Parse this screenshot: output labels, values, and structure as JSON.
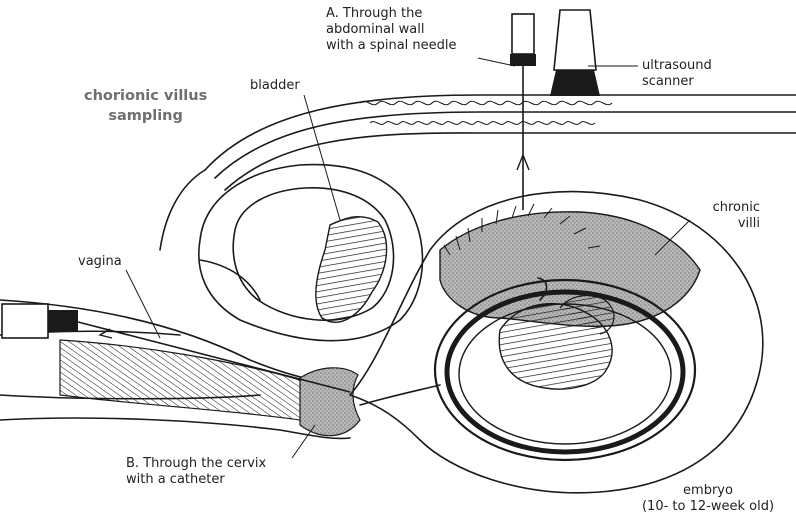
{
  "title_line1": "chorionic villus",
  "title_line2": "sampling",
  "labels": {
    "needle_line1": "A. Through the",
    "needle_line2": "abdominal wall",
    "needle_line3": "with a spinal needle",
    "ultrasound_line1": "ultrasound",
    "ultrasound_line2": "scanner",
    "bladder": "bladder",
    "villi_line1": "chronic",
    "villi_line2": "villi",
    "vagina": "vagina",
    "cervix_line1": "B. Through the cervix",
    "cervix_line2": "with a catheter",
    "embryo_line1": "embryo",
    "embryo_line2": "(10- to 12-week old)"
  },
  "colors": {
    "ink": "#1a1a1a",
    "title": "#6f6f6f",
    "shade": "#bdbdbd"
  }
}
